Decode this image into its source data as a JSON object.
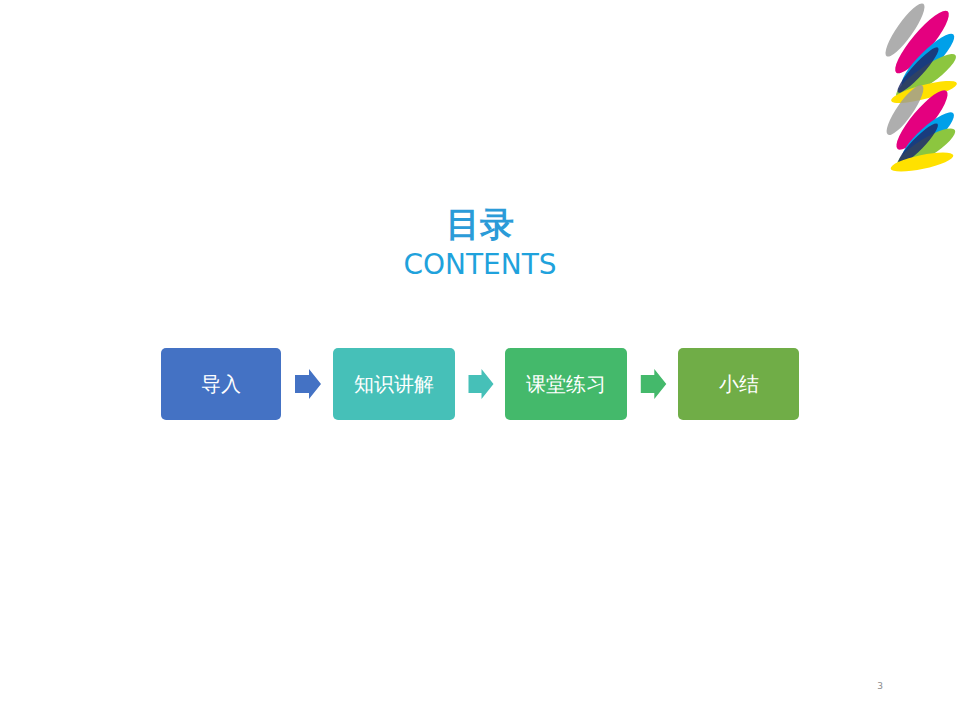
{
  "diagram": {
    "title": "目录",
    "nodes": [
      {
        "text": [
          "导入"
        ]
      },
      {
        "text": [
          "知识讲解"
        ]
      },
      {
        "text": [
          "课堂练习"
        ]
      },
      {
        "text": [
          "小结"
        ]
      }
    ],
    "edges": [
      {
        "from": 0,
        "to": 1,
        "arrow": "to"
      },
      {
        "from": 1,
        "to": 2,
        "arrow": "to"
      },
      {
        "from": 2,
        "to": 3,
        "arrow": "to"
      }
    ],
    "labels": [
      "CONTENTS",
      "3"
    ]
  }
}
